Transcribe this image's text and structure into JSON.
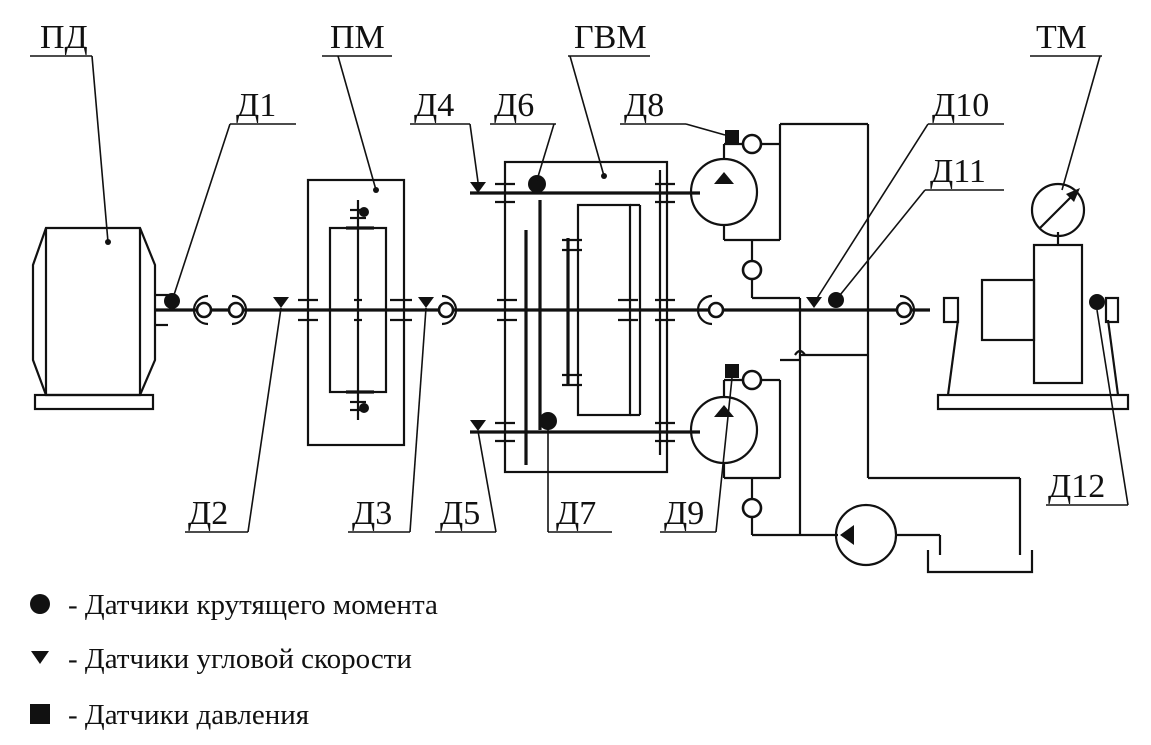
{
  "labels": {
    "pd": "ПД",
    "pm": "ПМ",
    "gvm": "ГВМ",
    "tm": "ТМ",
    "d1": "Д1",
    "d2": "Д2",
    "d3": "Д3",
    "d4": "Д4",
    "d5": "Д5",
    "d6": "Д6",
    "d7": "Д7",
    "d8": "Д8",
    "d9": "Д9",
    "d10": "Д10",
    "d11": "Д11",
    "d12": "Д12"
  },
  "legend": [
    {
      "symbol": "circle",
      "text": "- Датчики крутящего момента"
    },
    {
      "symbol": "triangle",
      "text": "- Датчики угловой скорости"
    },
    {
      "symbol": "square",
      "text": "- Датчики давления"
    }
  ]
}
